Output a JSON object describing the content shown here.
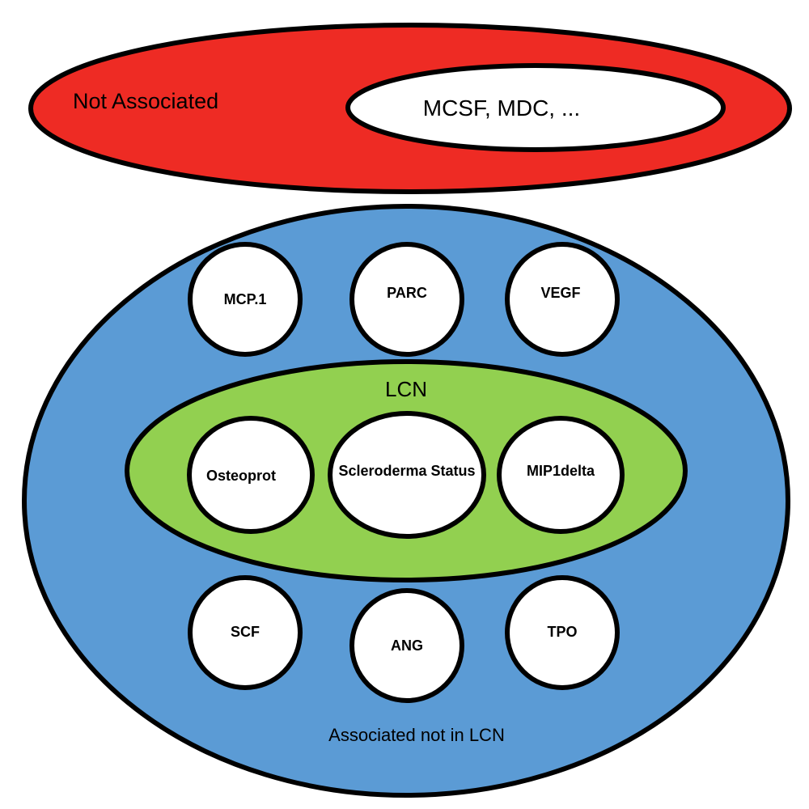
{
  "colors": {
    "not_associated_fill": "#ee2b24",
    "associated_fill": "#5b9bd5",
    "lcn_fill": "#92d050",
    "node_fill": "#ffffff",
    "outline": "#000000"
  },
  "not_associated": {
    "label": "Not Associated",
    "members_label": "MCSF, MDC, ..."
  },
  "associated": {
    "label": "Associated not in LCN",
    "top_nodes": [
      "MCP.1",
      "PARC",
      "VEGF"
    ],
    "bottom_nodes": [
      "SCF",
      "ANG",
      "TPO"
    ]
  },
  "lcn": {
    "label": "LCN",
    "nodes": [
      "Osteoprot",
      "Scleroderma Status",
      "MIP1delta"
    ]
  }
}
